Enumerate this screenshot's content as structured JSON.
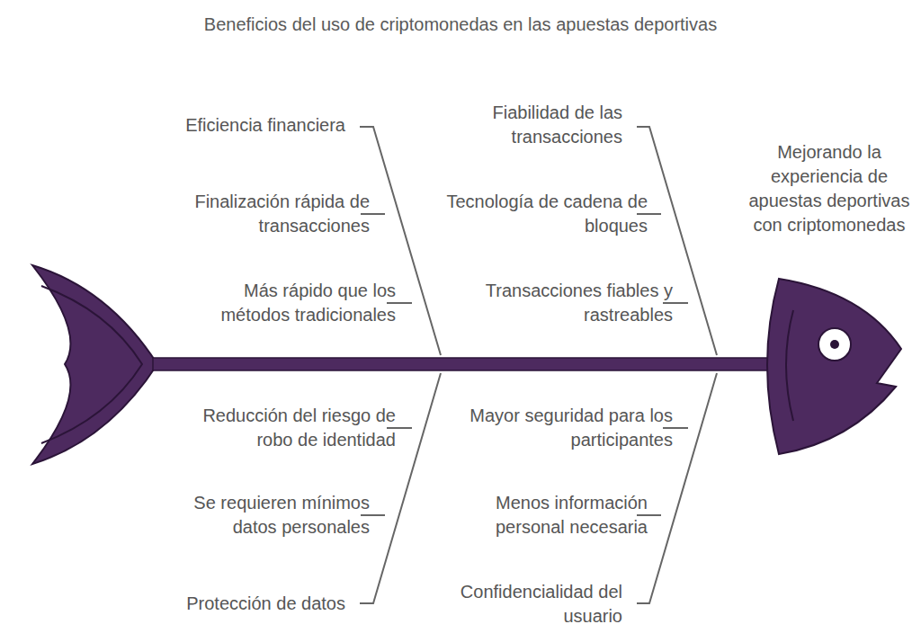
{
  "diagram": {
    "title": "Beneficios del uso de criptomonedas en las apuestas deportivas",
    "labels": [
      "Eficiencia financiera",
      "Finalización rápida de transacciones",
      "Más rápido que los métodos tradicionales",
      "Fiabilidad de las transacciones",
      "Tecnología de cadena de bloques",
      "Transacciones fiables y rastreables",
      "Reducción del riesgo de robo de identidad",
      "Se requieren mínimos datos personales",
      "Protección de datos",
      "Mayor seguridad para los participantes",
      "Menos información personal necesaria",
      "Confidencialidad del usuario",
      "Mejorando la experiencia de apuestas deportivas con criptomonedas"
    ]
  }
}
